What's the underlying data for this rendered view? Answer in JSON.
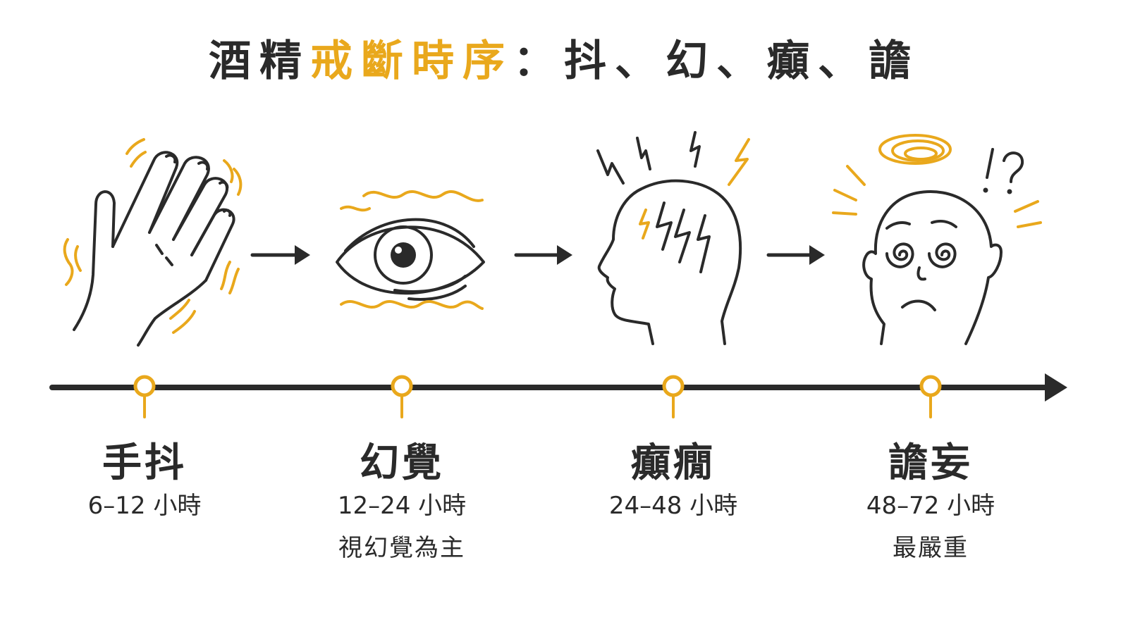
{
  "title": {
    "part1": "酒精",
    "part2": "戒斷時序",
    "part3": "：抖、幻、癲、譫"
  },
  "colors": {
    "accent": "#e9a81c",
    "ink": "#2a2a2a"
  },
  "stages": [
    {
      "icon": "trembling-hand-icon",
      "label": "手抖",
      "time": "6–12 小時",
      "note": ""
    },
    {
      "icon": "eye-hallucination-icon",
      "label": "幻覺",
      "time": "12–24 小時",
      "note": "視幻覺為主"
    },
    {
      "icon": "head-lightning-icon",
      "label": "癲癇",
      "time": "24–48 小時",
      "note": ""
    },
    {
      "icon": "confused-face-icon",
      "label": "譫妄",
      "time": "48–72 小時",
      "note": "最嚴重"
    }
  ]
}
